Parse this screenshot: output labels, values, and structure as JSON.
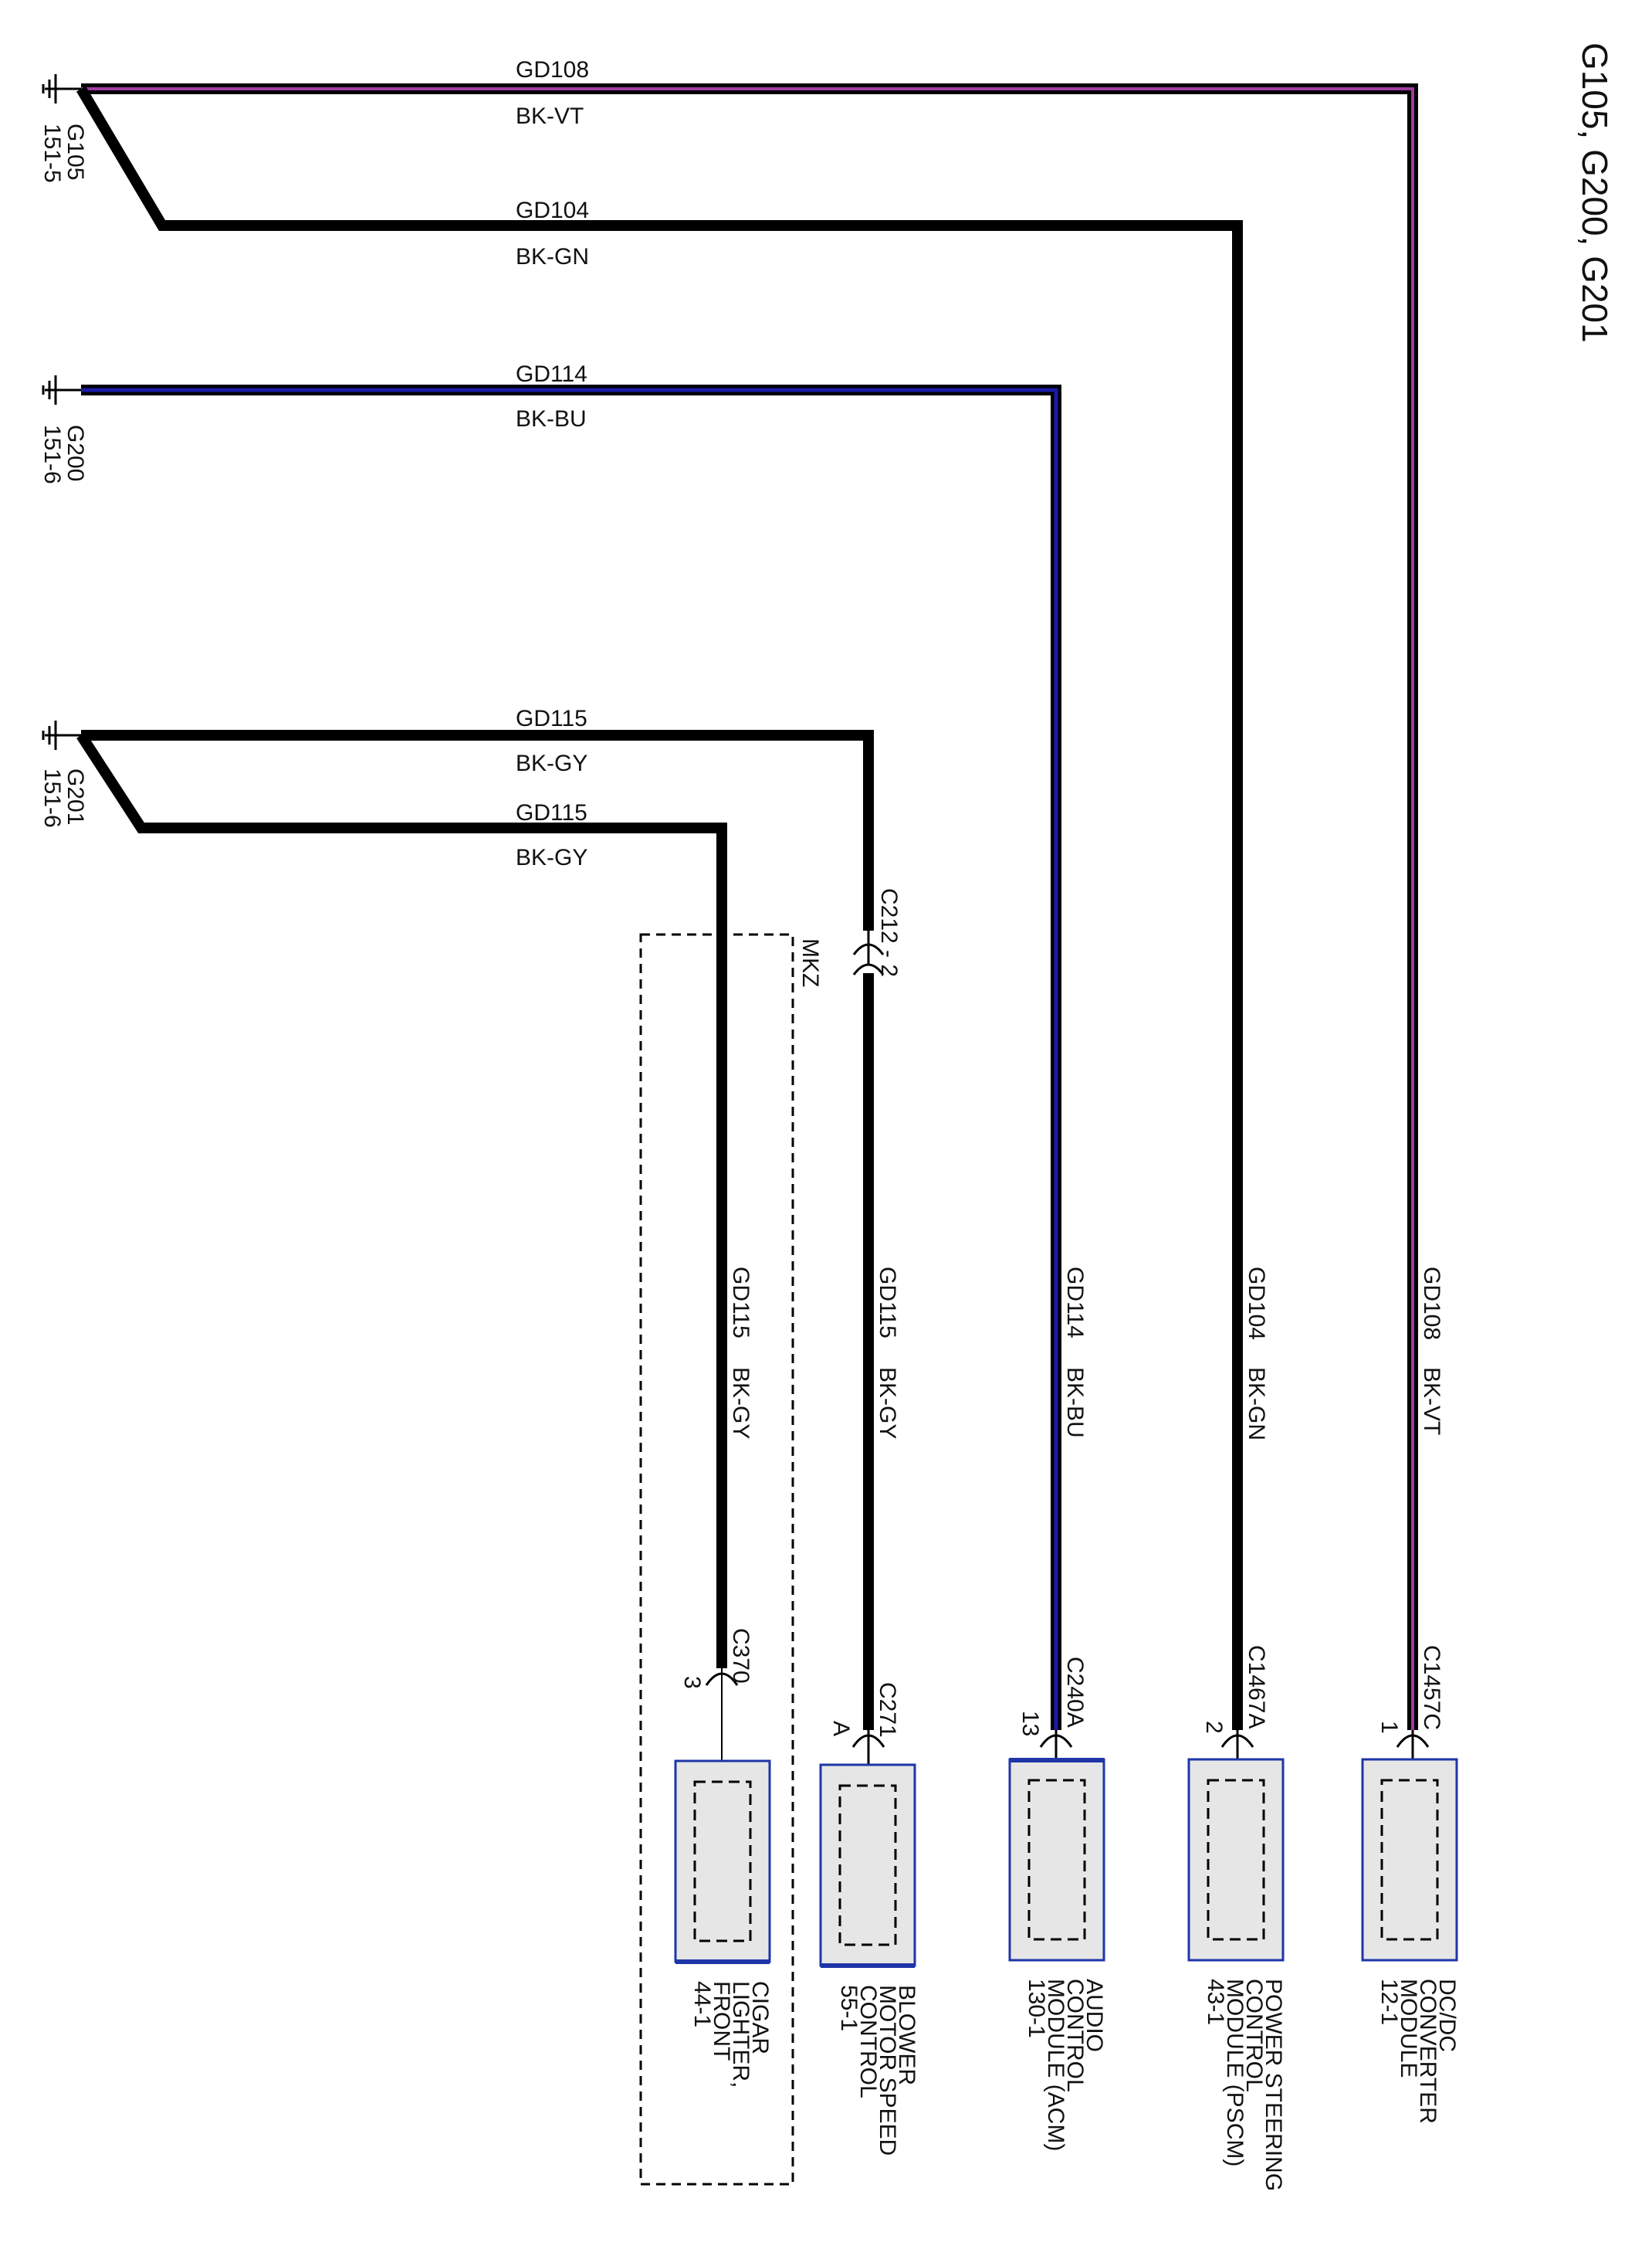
{
  "title": "G105, G200, G201",
  "colors": {
    "wire_black": "#000000",
    "wire_violet": "#a03aa0",
    "wire_blue": "#1a1aa8",
    "wire_green": "#1a7a1a",
    "module_fill": "#e6e6e6",
    "module_border": "#1f35a8"
  },
  "grounds": [
    {
      "id": "G105",
      "ref": "151-5"
    },
    {
      "id": "G200",
      "ref": "151-6"
    },
    {
      "id": "G201",
      "ref": "151-6"
    }
  ],
  "wires": [
    {
      "circuit": "GD108",
      "color": "BK-VT"
    },
    {
      "circuit": "GD104",
      "color": "BK-GN"
    },
    {
      "circuit": "GD114",
      "color": "BK-BU"
    },
    {
      "circuit": "GD115",
      "color": "BK-GY"
    },
    {
      "circuit": "GD115",
      "color": "BK-GY"
    }
  ],
  "inline_connector": {
    "label": "C212 - 2"
  },
  "option_box": {
    "label": "MKZ"
  },
  "modules": [
    {
      "connector": "C1457C",
      "pin": "1",
      "name_lines": [
        "DC/DC",
        "CONVERTER",
        "MODULE"
      ],
      "page_ref": "12-1"
    },
    {
      "connector": "C1467A",
      "pin": "2",
      "name_lines": [
        "POWER STEERING",
        "CONTROL",
        "MODULE (PSCM)"
      ],
      "page_ref": "43-1"
    },
    {
      "connector": "C240A",
      "pin": "13",
      "name_lines": [
        "AUDIO",
        "CONTROL",
        "MODULE (ACM)"
      ],
      "page_ref": "130-1"
    },
    {
      "connector": "C271",
      "pin": "A",
      "name_lines": [
        "BLOWER",
        "MOTOR SPEED",
        "CONTROL"
      ],
      "page_ref": "55-1"
    },
    {
      "connector": "C370",
      "pin": "3",
      "name_lines": [
        "CIGAR",
        "LIGHTER,",
        "FRONT"
      ],
      "page_ref": "44-1"
    }
  ]
}
